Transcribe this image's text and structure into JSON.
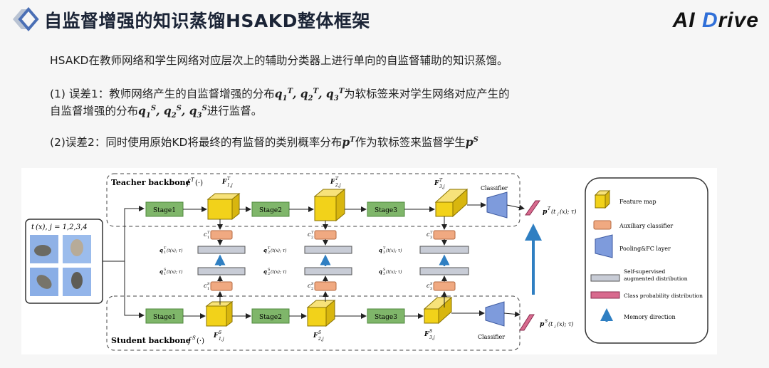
{
  "slide": {
    "title": "自监督增强的知识蒸馏HSAKD整体框架",
    "logo_left": "AI ",
    "logo_mid": "D",
    "logo_right": "rive",
    "colors": {
      "accent": "#2f6fd8",
      "stage": "#7fb66a",
      "feature": "#f2d21a",
      "aux": "#f0a981",
      "classifier": "#7e9bdc",
      "prob": "#d86a8e",
      "arrow": "#2f7fc2"
    }
  },
  "text": {
    "intro": "HSAKD在教师网络和学生网络对应层次上的辅助分类器上进行单向的自监督辅助的知识蒸馏。",
    "p1_a": "(1) 误差1：教师网络产生的自监督增强的分布",
    "p1_b": "为软标签来对学生网络对应产生的",
    "p1_c": "自监督增强的分布",
    "p1_d": "进行监督。",
    "p2_a": "(2)误差2：同时使用原始KD将最终的有监督的类别概率分布",
    "p2_b": "作为软标签来监督学生"
  },
  "diagram": {
    "teacher_label": "Teacher backbone",
    "student_label": "Student backbone",
    "teacher_fn": "f",
    "student_fn": "f",
    "input_label": "t",
    "input_label_rest": "(x), j = 1,2,3,4",
    "stages": [
      "Stage1",
      "Stage2",
      "Stage3"
    ],
    "classifier": "Classifier",
    "legend": [
      "Feature map",
      "Auxiliary classifier",
      "Pooling&FC layer",
      "Self-supervised augmented distribution",
      "Class probability distribution",
      "Memory direction"
    ]
  }
}
